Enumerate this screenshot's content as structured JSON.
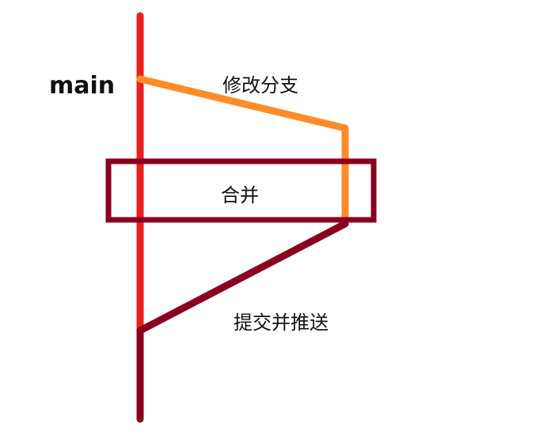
{
  "labels": {
    "main_branch": "main",
    "modify_branch": "修改分支",
    "merge": "合并",
    "commit_push": "提交并推送"
  },
  "colors": {
    "main_line": "#e8201f",
    "feature_branch": "#ff8c28",
    "merge_path": "#8a0020",
    "merge_box": "#8a0020",
    "text": "#111111"
  }
}
